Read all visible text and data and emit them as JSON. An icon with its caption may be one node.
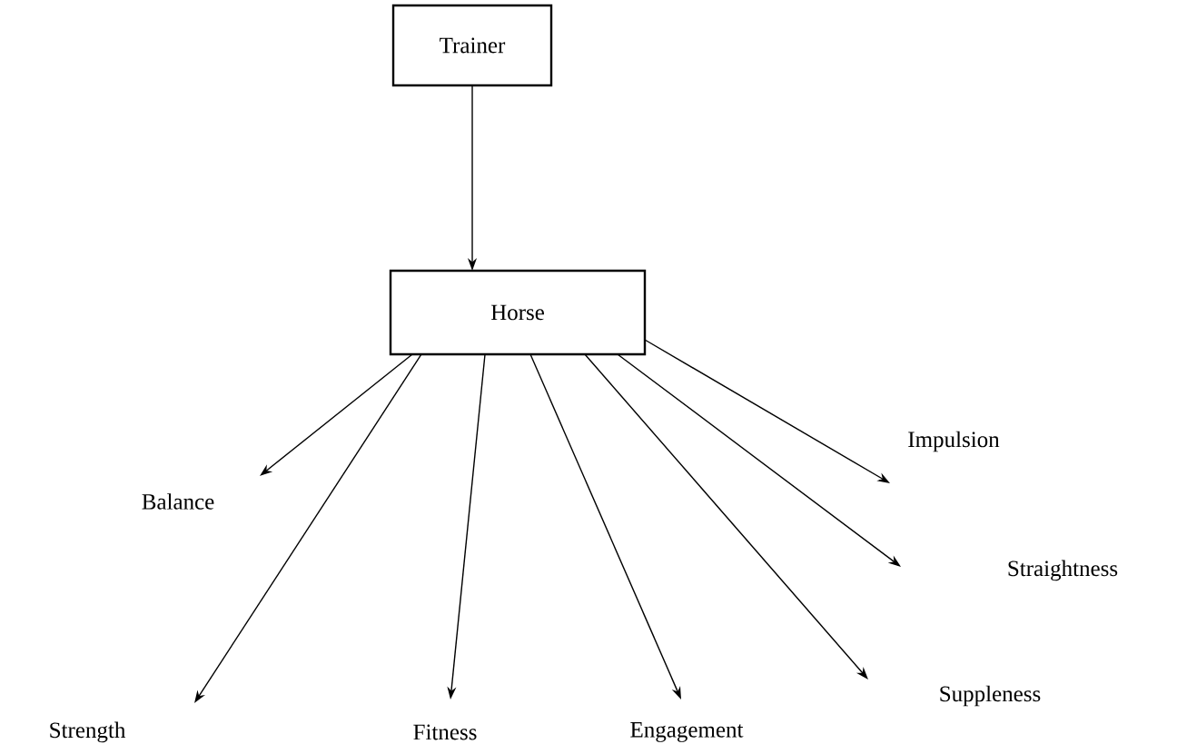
{
  "diagram": {
    "nodes": [
      {
        "text": [
          "Trainer"
        ]
      },
      {
        "text": [
          "Horse"
        ]
      },
      {
        "text": [
          "Balance"
        ]
      },
      {
        "text": [
          "Strength"
        ]
      },
      {
        "text": [
          "Fitness"
        ]
      },
      {
        "text": [
          "Engagement"
        ]
      },
      {
        "text": [
          "Suppleness"
        ]
      },
      {
        "text": [
          "Straightness"
        ]
      },
      {
        "text": [
          "Impulsion"
        ]
      }
    ],
    "edges": [
      {
        "from": 0,
        "to": 1,
        "arrow": "to"
      },
      {
        "from": 1,
        "to": 2,
        "arrow": "to"
      },
      {
        "from": 1,
        "to": 3,
        "arrow": "to"
      },
      {
        "from": 1,
        "to": 4,
        "arrow": "to"
      },
      {
        "from": 1,
        "to": 5,
        "arrow": "to"
      },
      {
        "from": 1,
        "to": 6,
        "arrow": "to"
      },
      {
        "from": 1,
        "to": 7,
        "arrow": "to"
      },
      {
        "from": 1,
        "to": 8,
        "arrow": "to"
      }
    ]
  }
}
